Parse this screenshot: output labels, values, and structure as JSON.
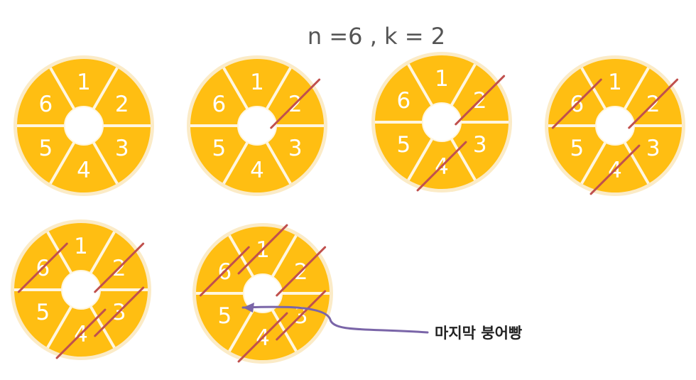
{
  "title": "n =6 , k = 2",
  "annotation": "마지막 붕어빵",
  "colors": {
    "fill": "#FFBE12",
    "glow": "#FBEBC7",
    "divider": "#FFF6E0",
    "strike": "#C0504D",
    "arrow": "#7A65A8",
    "title": "#555555"
  },
  "wheels": [
    {
      "labels": [
        "1",
        "2",
        "3",
        "4",
        "5",
        "6"
      ],
      "removed": []
    },
    {
      "labels": [
        "1",
        "2",
        "3",
        "4",
        "5",
        "6"
      ],
      "removed": [
        "2"
      ]
    },
    {
      "labels": [
        "1",
        "2",
        "3",
        "4",
        "5",
        "6"
      ],
      "removed": [
        "2",
        "4"
      ]
    },
    {
      "labels": [
        "1",
        "2",
        "3",
        "4",
        "5",
        "6"
      ],
      "removed": [
        "2",
        "4",
        "6"
      ]
    },
    {
      "labels": [
        "1",
        "2",
        "3",
        "4",
        "5",
        "6"
      ],
      "removed": [
        "2",
        "4",
        "6",
        "3"
      ]
    },
    {
      "labels": [
        "1",
        "2",
        "3",
        "4",
        "5",
        "6"
      ],
      "removed": [
        "2",
        "4",
        "6",
        "3",
        "1"
      ],
      "remaining": "5"
    }
  ]
}
